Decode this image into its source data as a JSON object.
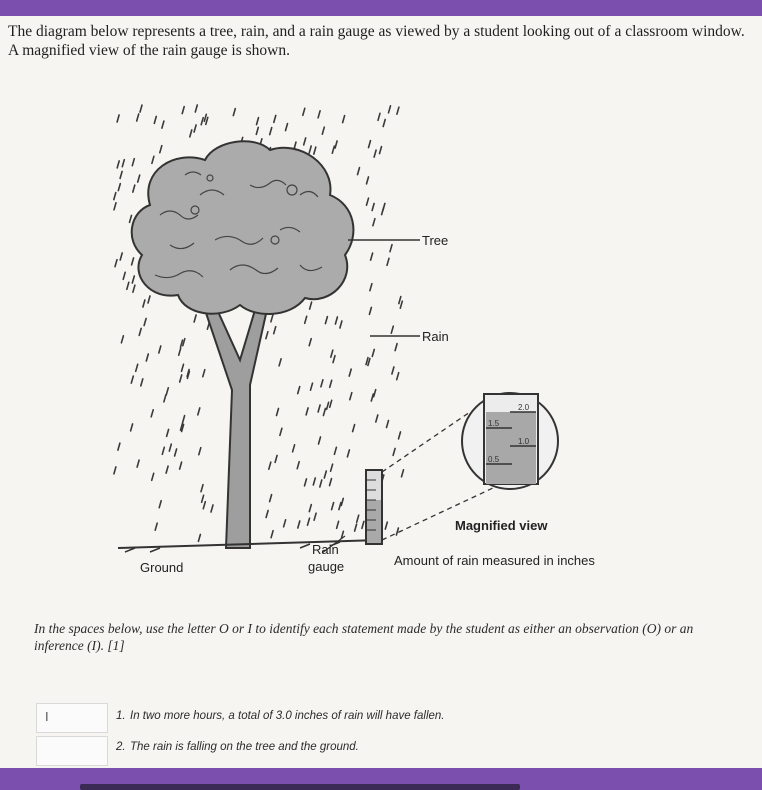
{
  "question": {
    "intro": "The diagram below represents a tree, rain, and a rain gauge as viewed by a student looking out of a classroom window. A magnified view of the rain gauge is shown.",
    "instructions": "In the spaces below, use the letter O or I to identify each statement made by the student as either an observation (O) or an inference (I).  [1]"
  },
  "diagram": {
    "labels": {
      "tree": "Tree",
      "rain": "Rain",
      "ground": "Ground",
      "rain_gauge_line1": "Rain",
      "rain_gauge_line2": "gauge",
      "magnified_view": "Magnified view",
      "amount_caption": "Amount of rain measured in inches"
    },
    "gauge_ticks": [
      "2.0",
      "1.5",
      "1.0",
      "0.5"
    ]
  },
  "statements": [
    {
      "number": "1.",
      "text": "In two more hours, a total of 3.0 inches of rain will have fallen.",
      "answer": "I"
    },
    {
      "number": "2.",
      "text": "The rain is falling on the tree and the ground.",
      "answer": ""
    }
  ]
}
